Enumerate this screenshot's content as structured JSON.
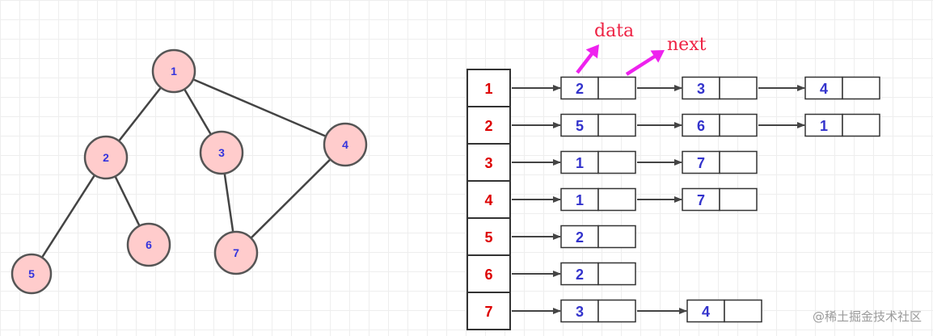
{
  "graph": {
    "nodes": [
      {
        "id": "1",
        "label": "1"
      },
      {
        "id": "2",
        "label": "2"
      },
      {
        "id": "3",
        "label": "3"
      },
      {
        "id": "4",
        "label": "4"
      },
      {
        "id": "5",
        "label": "5"
      },
      {
        "id": "6",
        "label": "6"
      },
      {
        "id": "7",
        "label": "7"
      }
    ],
    "edges": [
      [
        "1",
        "2"
      ],
      [
        "1",
        "3"
      ],
      [
        "1",
        "4"
      ],
      [
        "2",
        "5"
      ],
      [
        "2",
        "6"
      ],
      [
        "3",
        "7"
      ],
      [
        "4",
        "7"
      ]
    ]
  },
  "adjacency": {
    "rows": [
      {
        "head": "1",
        "list": [
          "2",
          "3",
          "4"
        ]
      },
      {
        "head": "2",
        "list": [
          "5",
          "6",
          "1"
        ]
      },
      {
        "head": "3",
        "list": [
          "1",
          "7"
        ]
      },
      {
        "head": "4",
        "list": [
          "1",
          "7"
        ]
      },
      {
        "head": "5",
        "list": [
          "2"
        ]
      },
      {
        "head": "6",
        "list": [
          "2"
        ]
      },
      {
        "head": "7",
        "list": [
          "3",
          "4"
        ]
      }
    ],
    "annotations": {
      "data": "data",
      "next": "next"
    }
  },
  "watermark": "@稀土掘金技术社区",
  "colors": {
    "node_fill": "#ffcccc",
    "node_stroke": "#555555",
    "node_text": "#3333dd",
    "head_text": "#dd0000",
    "cell_text": "#3333cc",
    "edge": "#444444",
    "annotation": "#ee2244",
    "annotation_arrow": "#ee22ee"
  }
}
